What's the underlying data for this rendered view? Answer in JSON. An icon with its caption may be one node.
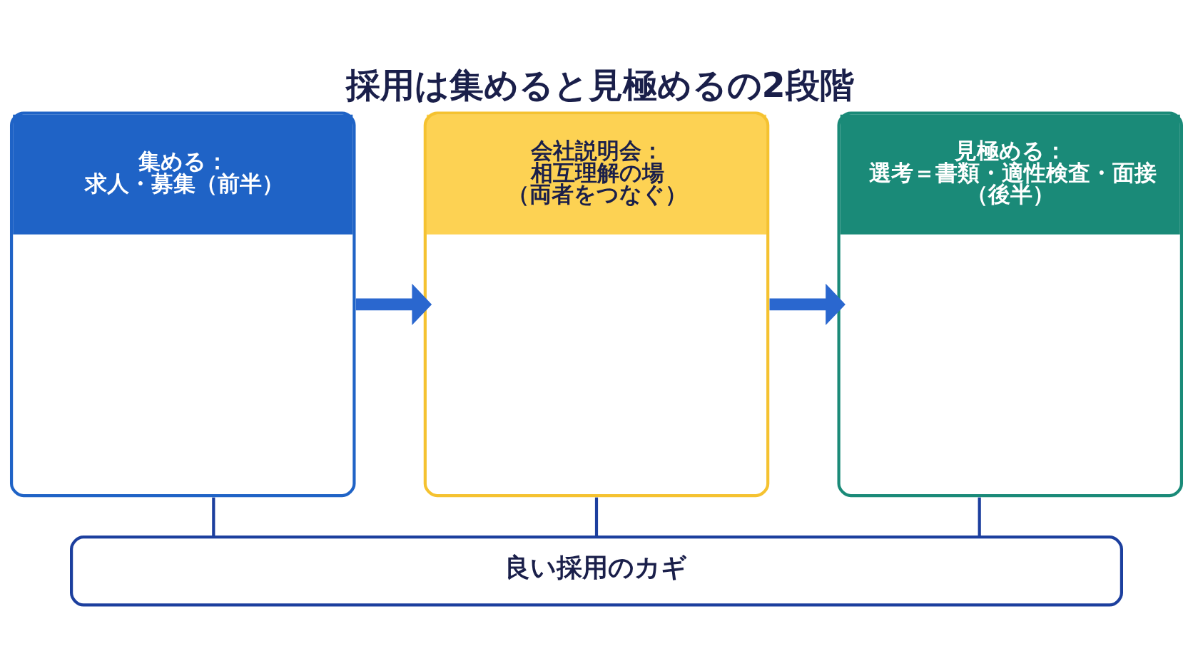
{
  "diagram": {
    "title": "採用は集めると見極めるの2段階",
    "nodes": [
      {
        "text": [
          "集める：求人・募集（前半）"
        ]
      },
      {
        "text": [
          "会社説明会：相互理解の場（両者をつなぐ）"
        ]
      },
      {
        "text": [
          "見極める：選考＝書類・適性検査・面接（後半）"
        ]
      },
      {
        "text": [
          "良い採用のカギ"
        ]
      }
    ],
    "edges": [
      {
        "from": 0,
        "to": 1,
        "arrow": "to",
        "style": "thick",
        "color": "#2a67cf"
      },
      {
        "from": 1,
        "to": 2,
        "arrow": "to",
        "style": "thick",
        "color": "#2a67cf"
      },
      {
        "from": 0,
        "to": 3,
        "arrow": "none"
      },
      {
        "from": 1,
        "to": 3,
        "arrow": "none"
      },
      {
        "from": 2,
        "to": 3,
        "arrow": "none"
      }
    ]
  }
}
